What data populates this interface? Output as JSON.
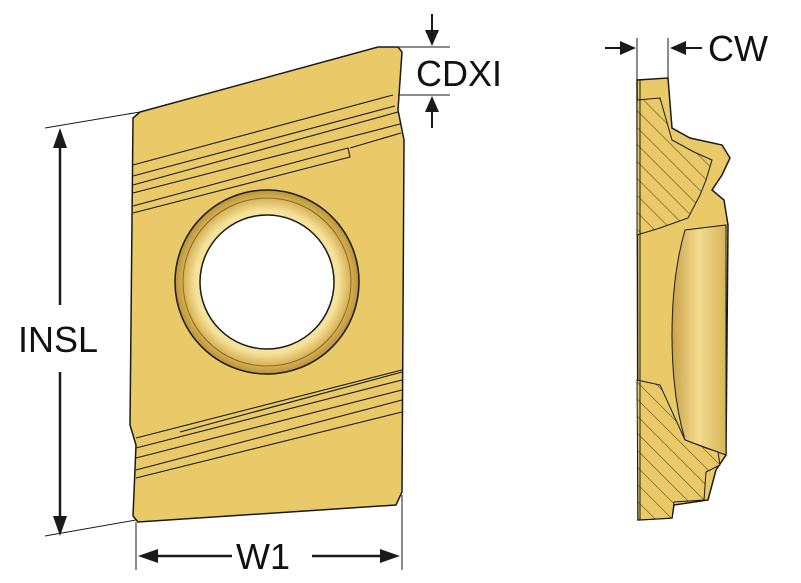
{
  "dimensions": {
    "cdxi": "CDXI",
    "cw": "CW",
    "insl": "INSL",
    "w1": "W1"
  },
  "colors": {
    "insert_body": "#E9C968",
    "insert_light": "#F3DC8E",
    "insert_dark": "#C9A24A",
    "outline": "#1a1a1a"
  }
}
